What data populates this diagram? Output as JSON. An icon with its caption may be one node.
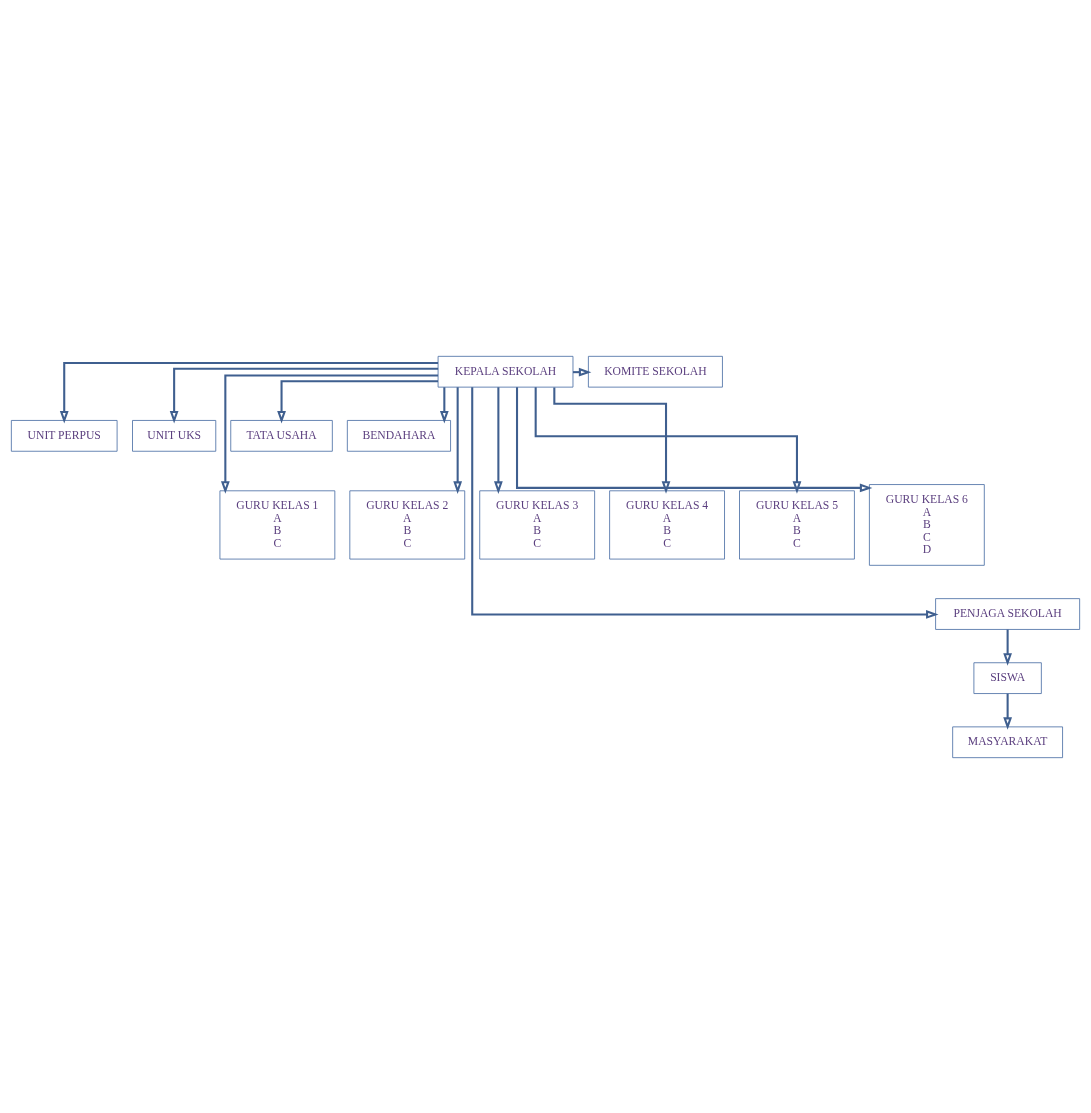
{
  "diagram": {
    "nodes": [
      {
        "text": [
          "KEPALA SEKOLAH"
        ]
      },
      {
        "text": [
          "KOMITE SEKOLAH"
        ]
      },
      {
        "text": [
          "UNIT PERPUS"
        ]
      },
      {
        "text": [
          "UNIT UKS"
        ]
      },
      {
        "text": [
          "TATA USAHA"
        ]
      },
      {
        "text": [
          "BENDAHARA"
        ]
      },
      {
        "text": [
          "GURU KELAS 1",
          "A",
          "B",
          "C"
        ]
      },
      {
        "text": [
          "GURU KELAS 2",
          "A",
          "B",
          "C"
        ]
      },
      {
        "text": [
          "GURU KELAS 3",
          "A",
          "B",
          "C"
        ]
      },
      {
        "text": [
          "GURU KELAS 4",
          "A",
          "B",
          "C"
        ]
      },
      {
        "text": [
          "GURU KELAS 5",
          "A",
          "B",
          "C"
        ]
      },
      {
        "text": [
          "GURU KELAS 6",
          "A",
          "B",
          "C",
          "D"
        ]
      },
      {
        "text": [
          "PENJAGA SEKOLAH"
        ]
      },
      {
        "text": [
          "SISWA"
        ]
      },
      {
        "text": [
          "MASYARAKAT"
        ]
      }
    ],
    "edges": [
      {
        "from": 0,
        "to": 1,
        "arrow": "to"
      },
      {
        "from": 0,
        "to": 2,
        "arrow": "to"
      },
      {
        "from": 0,
        "to": 3,
        "arrow": "to"
      },
      {
        "from": 0,
        "to": 4,
        "arrow": "to"
      },
      {
        "from": 0,
        "to": 5,
        "arrow": "to"
      },
      {
        "from": 0,
        "to": 6,
        "arrow": "to"
      },
      {
        "from": 0,
        "to": 7,
        "arrow": "to"
      },
      {
        "from": 0,
        "to": 8,
        "arrow": "to"
      },
      {
        "from": 0,
        "to": 9,
        "arrow": "to"
      },
      {
        "from": 0,
        "to": 10,
        "arrow": "to"
      },
      {
        "from": 0,
        "to": 11,
        "arrow": "to"
      },
      {
        "from": 0,
        "to": 12,
        "arrow": "to"
      },
      {
        "from": 12,
        "to": 13,
        "arrow": "to"
      },
      {
        "from": 13,
        "to": 14,
        "arrow": "to"
      }
    ]
  }
}
